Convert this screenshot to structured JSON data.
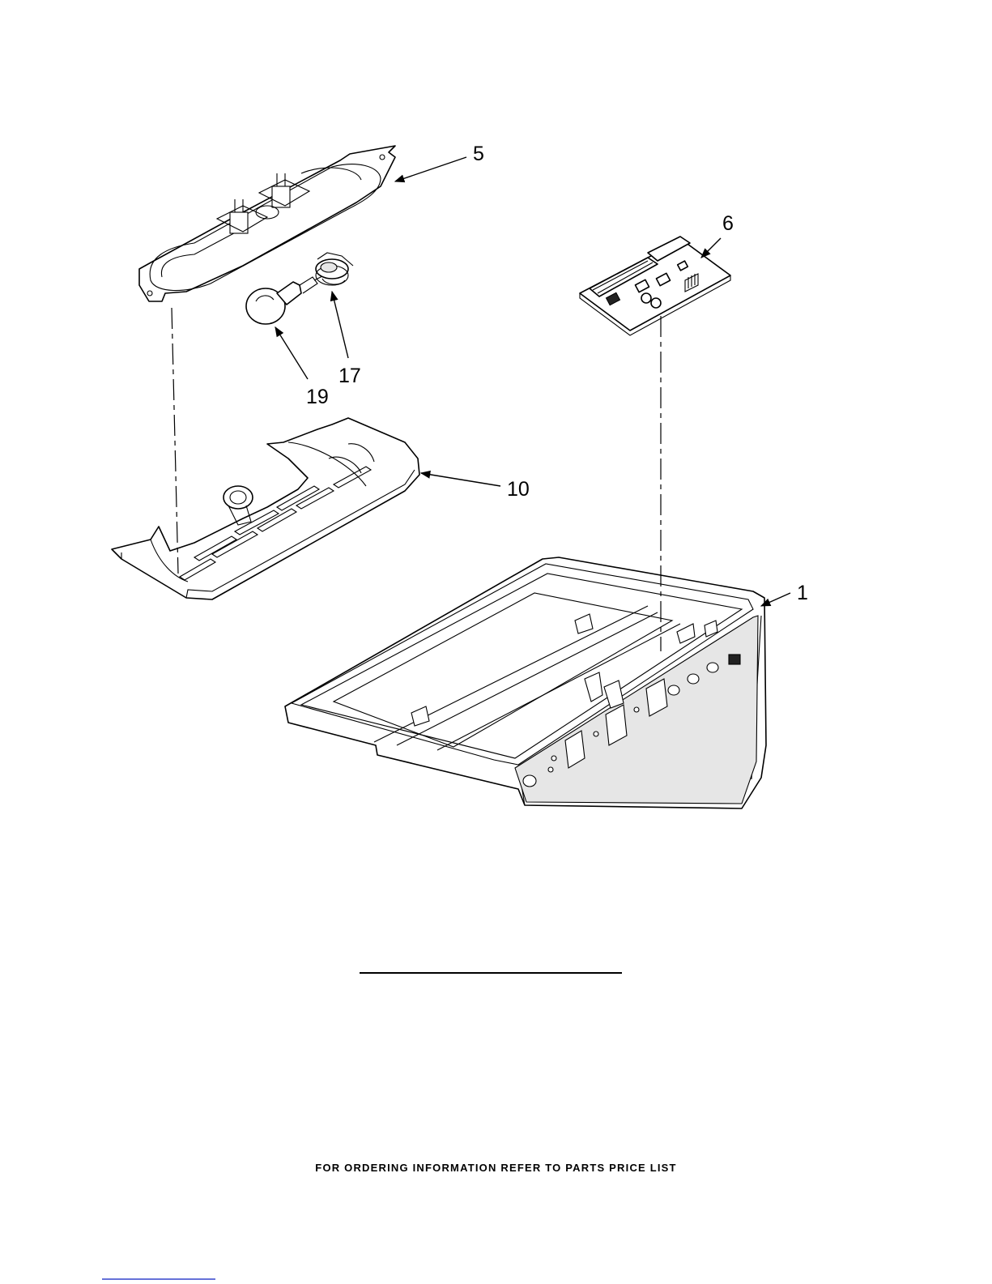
{
  "callouts": {
    "c5": "5",
    "c6": "6",
    "c17": "17",
    "c19": "19",
    "c10": "10",
    "c1": "1"
  },
  "footer": {
    "text": "FOR ORDERING INFORMATION REFER TO PARTS PRICE LIST"
  }
}
